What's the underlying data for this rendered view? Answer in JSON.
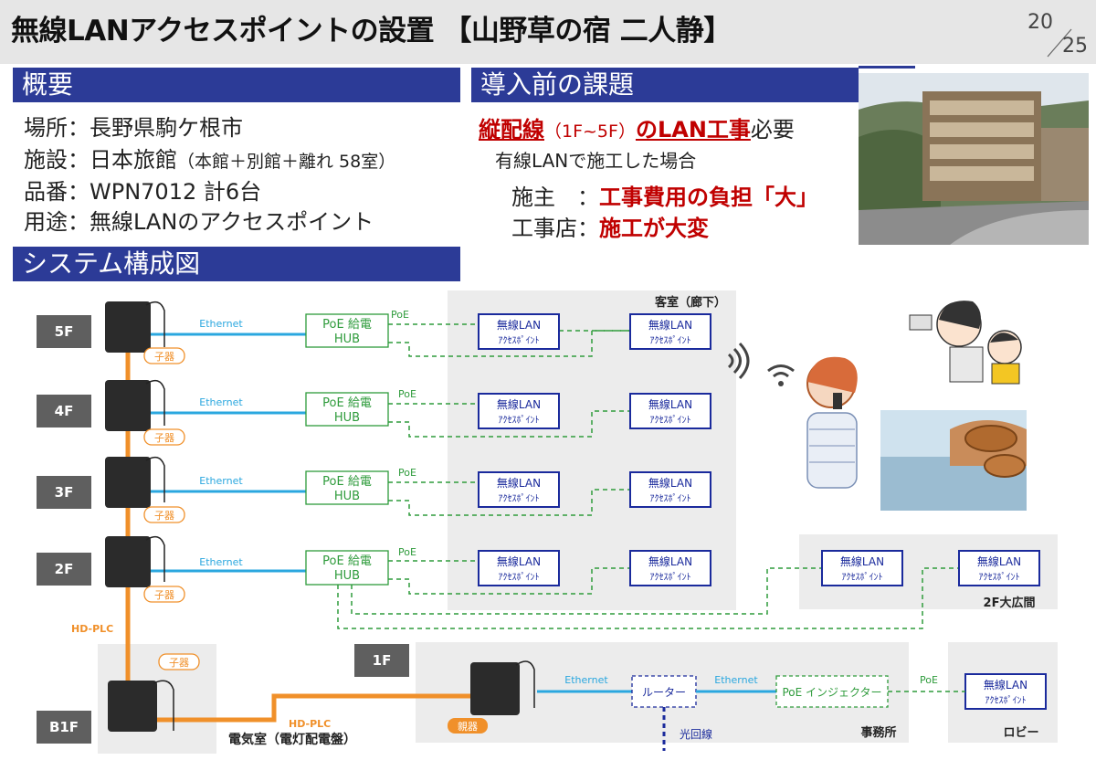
{
  "header": {
    "title": "無線LANアクセスポイントの設置 【山野草の宿 二人静】",
    "page_current": "20",
    "page_total": "25"
  },
  "overview": {
    "heading": "概要",
    "lines": [
      {
        "label": "場所：",
        "value": "長野県駒ケ根市",
        "note": ""
      },
      {
        "label": "施設：",
        "value": "日本旅館",
        "note": "（本館＋別館＋離れ 58室）"
      },
      {
        "label": "品番：",
        "value": "WPN7012 計6台",
        "note": ""
      },
      {
        "label": "用途：",
        "value": "無線LANのアクセスポイント",
        "note": ""
      }
    ]
  },
  "issues": {
    "heading": "導入前の課題",
    "main_a": "縦配線",
    "main_b": "（1F~5F）",
    "main_c": "のLAN工事",
    "main_d": "必要",
    "sub": "有線LANで施工した場合",
    "owner_label": "施主　：",
    "owner_value": "工事費用の負担「大」",
    "contractor_label": "工事店：",
    "contractor_value": "施工が大変"
  },
  "system": {
    "heading": "システム構成図"
  },
  "diagram": {
    "floors": [
      "5F",
      "4F",
      "3F",
      "2F",
      "1F",
      "B1F"
    ],
    "child_label": "子器",
    "parent_label": "親器",
    "ethernet_label": "Ethernet",
    "poe_label": "PoE",
    "hub_line1": "PoE 給電",
    "hub_line2": "HUB",
    "ap_line1": "無線LAN",
    "ap_line2": "ｱｸｾｽﾎﾟｲﾝﾄ",
    "hdplc_label": "HD-PLC",
    "guest_room_label": "客室（廊下）",
    "hall_label": "2F大広間",
    "office_label": "事務所",
    "lobby_label": "ロビー",
    "electric_room_label": "電気室（電灯配電盤）",
    "router_label": "ルーター",
    "injector_label": "PoE インジェクター",
    "fiber_label": "光回線"
  },
  "colors": {
    "header_bg": "#e6e6e6",
    "section_bar": "#2c3b97",
    "accent_red": "#c00000",
    "ethernet": "#2aa7df",
    "poe_green": "#2e9b3b",
    "hdplc_orange": "#f0902a",
    "ap_border": "#1a2a9c",
    "zone_gray": "#ececec",
    "floor_gray": "#5f5f5f"
  }
}
